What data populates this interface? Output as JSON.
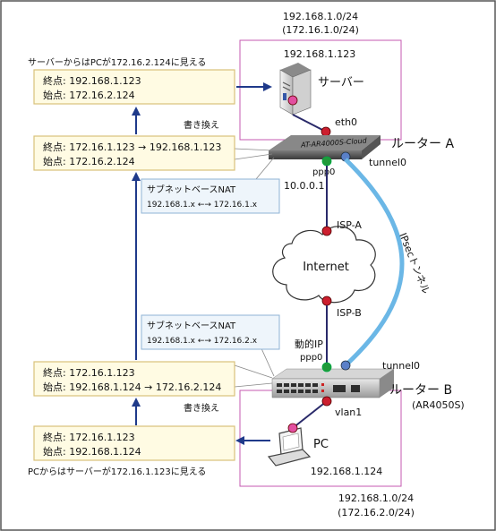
{
  "colors": {
    "border": "#555555",
    "arrow": "#1f3a8a",
    "tunnel": "#6bb7e6",
    "lineDark": "#2a2a6a",
    "boxFill": "#fffbe3",
    "boxStroke": "#d9c27a",
    "natFill": "#eef5fb",
    "natStroke": "#8fb3d6",
    "siteStroke": "#c45ab0",
    "portRed": "#cc1f2f",
    "portGreen": "#1f9a3a",
    "portBlue": "#5a80c8",
    "portPink": "#e24fa0"
  },
  "siteA": {
    "net": "192.168.1.0/24",
    "net_alt": "(172.16.1.0/24)",
    "host_ip": "192.168.1.123",
    "server_label": "サーバー",
    "eth_label": "eth0",
    "router_label": "ルーター A",
    "router_model": "AT-AR4000S-Cloud",
    "tunnel_label": "tunnel0",
    "ppp_label": "ppp0",
    "ppp_ip": "10.0.0.1"
  },
  "siteB": {
    "net": "192.168.1.0/24",
    "net_alt": "(172.16.2.0/24)",
    "host_ip": "192.168.1.124",
    "pc_label": "PC",
    "vlan_label": "vlan1",
    "router_label": "ルーター B",
    "router_model": "(AR4050S)",
    "tunnel_label": "tunnel0",
    "ppp_label": "ppp0",
    "dyn_ip": "動的IP"
  },
  "internet": {
    "label": "Internet",
    "isp_a": "ISP-A",
    "isp_b": "ISP-B",
    "tunnel_text": "IPsecトンネル"
  },
  "flow": {
    "top_caption": "サーバーからはPCが172.16.2.124に見える",
    "bottom_caption": "PCからはサーバーが172.16.1.123に見える",
    "rewrite_top": "書き換え",
    "rewrite_bottom": "書き換え",
    "box1": {
      "line1": "終点: 192.168.1.123",
      "line2": "始点: 172.16.2.124"
    },
    "box2": {
      "line1": "終点: 172.16.1.123 → 192.168.1.123",
      "line2": "始点: 172.16.2.124"
    },
    "box3": {
      "line1": "終点: 172.16.1.123",
      "line2": "始点: 192.168.1.124 → 172.16.2.124"
    },
    "box4": {
      "line1": "終点: 172.16.1.123",
      "line2": "始点: 192.168.1.124"
    }
  },
  "nat": {
    "a": {
      "title": "サブネットベースNAT",
      "rule": "192.168.1.x ←→ 172.16.1.x"
    },
    "b": {
      "title": "サブネットベースNAT",
      "rule": "192.168.1.x ←→ 172.16.2.x"
    }
  }
}
